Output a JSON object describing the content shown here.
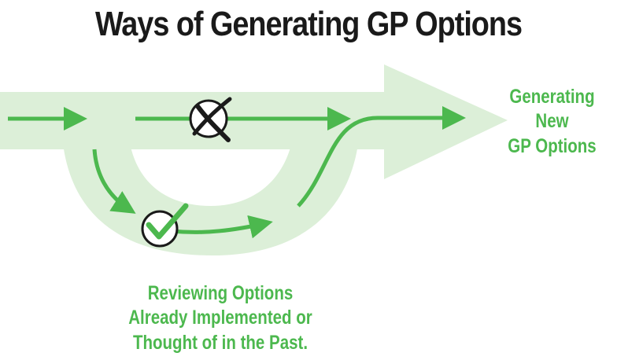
{
  "title": "Ways of Generating GP Options",
  "right_label": {
    "lines": [
      "Generating",
      "New",
      "GP Options"
    ]
  },
  "bottom_label": {
    "lines": [
      "Reviewing Options",
      "Already Implemented or",
      "Thought of in the Past."
    ]
  },
  "colors": {
    "band": "#dcefd8",
    "arrow": "#4cb84e",
    "title": "#1a1a1a",
    "mark_x": "#1a1a1a",
    "mark_check": "#4cb84e"
  },
  "icons": {
    "blocked_path": "x-mark-icon",
    "reviewed_path": "checkmark-icon"
  }
}
